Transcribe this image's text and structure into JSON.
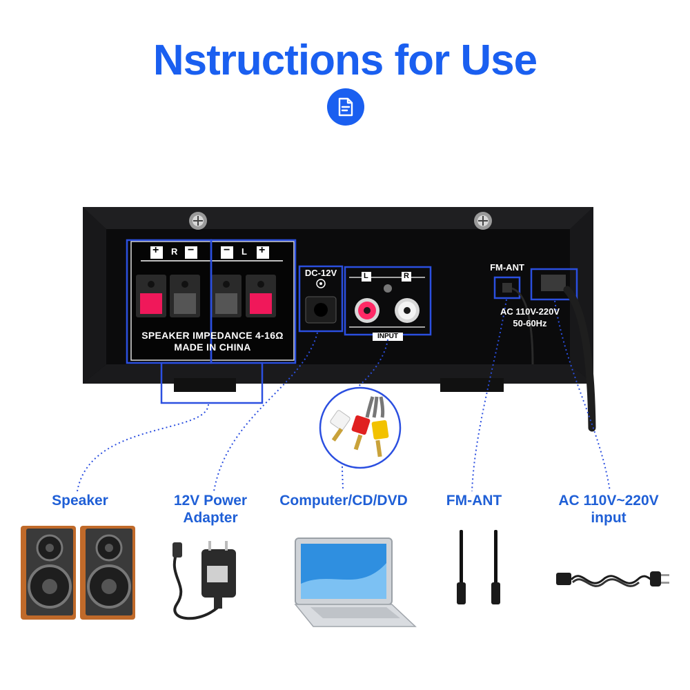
{
  "page": {
    "title": "Nstructions for Use",
    "icon": "document-icon",
    "accent_color": "#1a5ff0",
    "label_color": "#1f5fd6"
  },
  "panel": {
    "speaker_r_label": "R",
    "speaker_l_label": "L",
    "plus": "+",
    "minus": "−",
    "impedance_line": "SPEAKER IMPEDANCE 4-16Ω",
    "made_in_line": "MADE IN CHINA",
    "dc_label": "DC-12V",
    "input_l": "L",
    "input_r": "R",
    "input_label": "INPUT",
    "fm_ant_label": "FM-ANT",
    "ac_label_line1": "AC 110V-220V",
    "ac_label_line2": "50-60Hz"
  },
  "devices": [
    {
      "label": "Speaker",
      "icon": "speaker-icon"
    },
    {
      "label_line1": "12V Power",
      "label_line2": "Adapter",
      "icon": "power-adapter-icon"
    },
    {
      "label": "Computer/CD/DVD",
      "icon": "laptop-icon"
    },
    {
      "label": "FM-ANT",
      "icon": "antenna-icon"
    },
    {
      "label_line1": "AC 110V~220V",
      "label_line2": "input",
      "icon": "ac-cord-icon"
    }
  ],
  "cable": {
    "icon": "rca-cable-icon",
    "colors": [
      "#ffffff",
      "#e02020",
      "#f2c200"
    ]
  }
}
